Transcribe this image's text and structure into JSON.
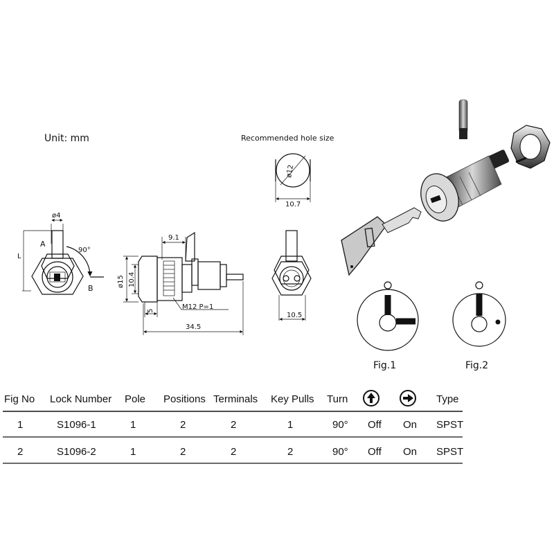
{
  "unit_note": "Unit:  mm",
  "hole": {
    "title": "Recommended  hole  size",
    "diameter": "ø12",
    "width": "10.7"
  },
  "views": {
    "front": {
      "pin_dia": "ø4",
      "label_a": "A",
      "label_b": "B",
      "label_l": "L",
      "angle": "90°"
    },
    "side": {
      "d1": "9.1",
      "d2": "ø15",
      "d3": "10.4",
      "d4": "5",
      "thread": "M12  P=1",
      "length": "34.5"
    },
    "rear": {
      "width": "10.5"
    }
  },
  "figs": [
    {
      "label": "Fig.1"
    },
    {
      "label": "Fig.2"
    }
  ],
  "table": {
    "headers": [
      "Fig No",
      "Lock Number",
      "Pole",
      "Positions",
      "Terminals",
      "Key Pulls",
      "Turn",
      "up-arrow-circle-icon",
      "right-arrow-circle-icon",
      "Type"
    ],
    "rows": [
      [
        "1",
        "S1096-1",
        "1",
        "2",
        "2",
        "1",
        "90°",
        "Off",
        "On",
        "SPST"
      ],
      [
        "2",
        "S1096-2",
        "1",
        "2",
        "2",
        "2",
        "90°",
        "Off",
        "On",
        "SPST"
      ]
    ]
  }
}
